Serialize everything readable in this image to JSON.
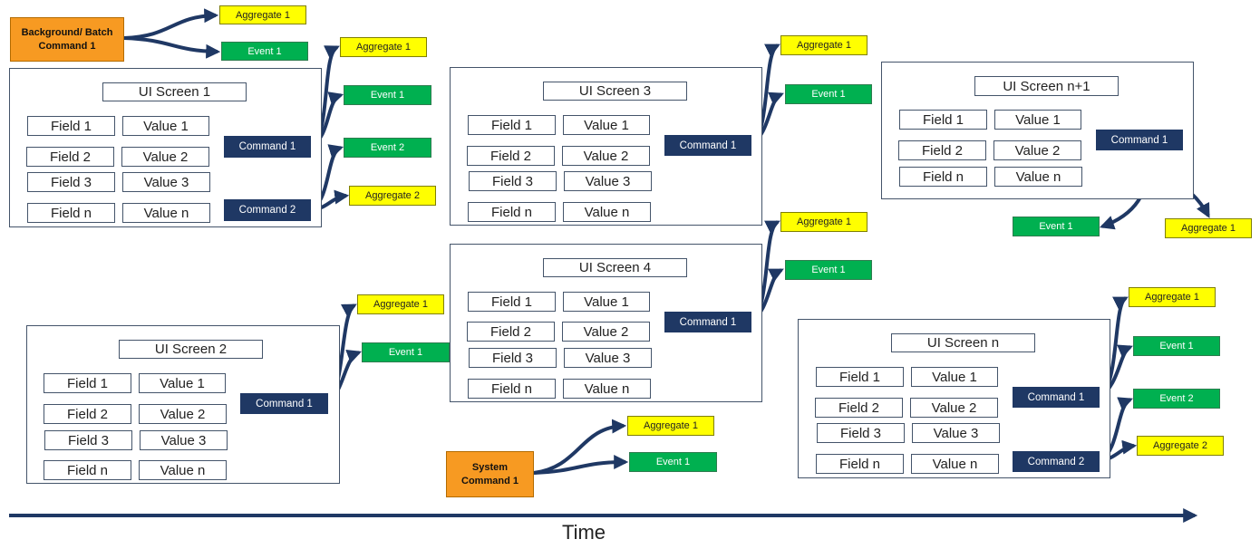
{
  "background_command": "Background/ Batch Command 1",
  "system_command": "System Command 1",
  "time_label": "Time",
  "colors": {
    "command": "#1f3864",
    "event": "#00b050",
    "aggregate": "#ffff00",
    "trigger": "#f79a22",
    "arrow": "#1f3864"
  },
  "labels": {
    "aggregate_1": "Aggregate 1",
    "aggregate_2": "Aggregate 2",
    "event_1": "Event 1",
    "event_2": "Event 2",
    "command_1": "Command 1",
    "command_2": "Command 2"
  },
  "screens": {
    "s1": {
      "title": "UI Screen 1",
      "fields": [
        "Field 1",
        "Field 2",
        "Field 3",
        "Field n"
      ],
      "values": [
        "Value 1",
        "Value 2",
        "Value 3",
        "Value n"
      ]
    },
    "s2": {
      "title": "UI Screen 2",
      "fields": [
        "Field 1",
        "Field 2",
        "Field 3",
        "Field n"
      ],
      "values": [
        "Value 1",
        "Value 2",
        "Value 3",
        "Value n"
      ]
    },
    "s3": {
      "title": "UI Screen 3",
      "fields": [
        "Field 1",
        "Field 2",
        "Field 3",
        "Field n"
      ],
      "values": [
        "Value 1",
        "Value 2",
        "Value 3",
        "Value n"
      ]
    },
    "s4": {
      "title": "UI Screen 4",
      "fields": [
        "Field 1",
        "Field 2",
        "Field 3",
        "Field n"
      ],
      "values": [
        "Value 1",
        "Value 2",
        "Value 3",
        "Value n"
      ]
    },
    "sn": {
      "title": "UI Screen n",
      "fields": [
        "Field 1",
        "Field 2",
        "Field 3",
        "Field n"
      ],
      "values": [
        "Value 1",
        "Value 2",
        "Value 3",
        "Value n"
      ]
    },
    "sn1": {
      "title": "UI Screen n+1",
      "fields": [
        "Field 1",
        "Field 2",
        "Field n"
      ],
      "values": [
        "Value 1",
        "Value 2",
        "Value n"
      ]
    }
  }
}
